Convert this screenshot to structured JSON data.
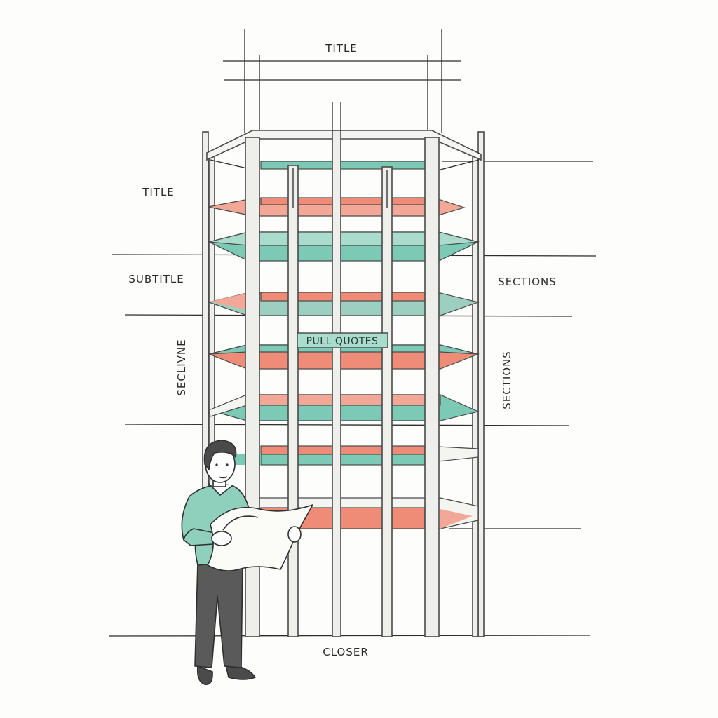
{
  "labels": {
    "top_title": "TITLE",
    "left_title": "TITLE",
    "left_subtitle": "SUBTITLE",
    "left_vertical": "SECLIVNE",
    "right_sections": "SECTIONS",
    "right_vertical": "SECTIONS",
    "pull_quotes": "PULL QUOTES",
    "bottom_closer": "CLOSER"
  },
  "colors": {
    "teal": "#7cc9b5",
    "teal_dark": "#5fb09c",
    "coral": "#ef8c78",
    "coral_light": "#f3a897",
    "frame": "#eeeeea",
    "ink": "#2c2c2c",
    "sweater": "#8fd0bd",
    "trousers": "#5a5a5a"
  }
}
